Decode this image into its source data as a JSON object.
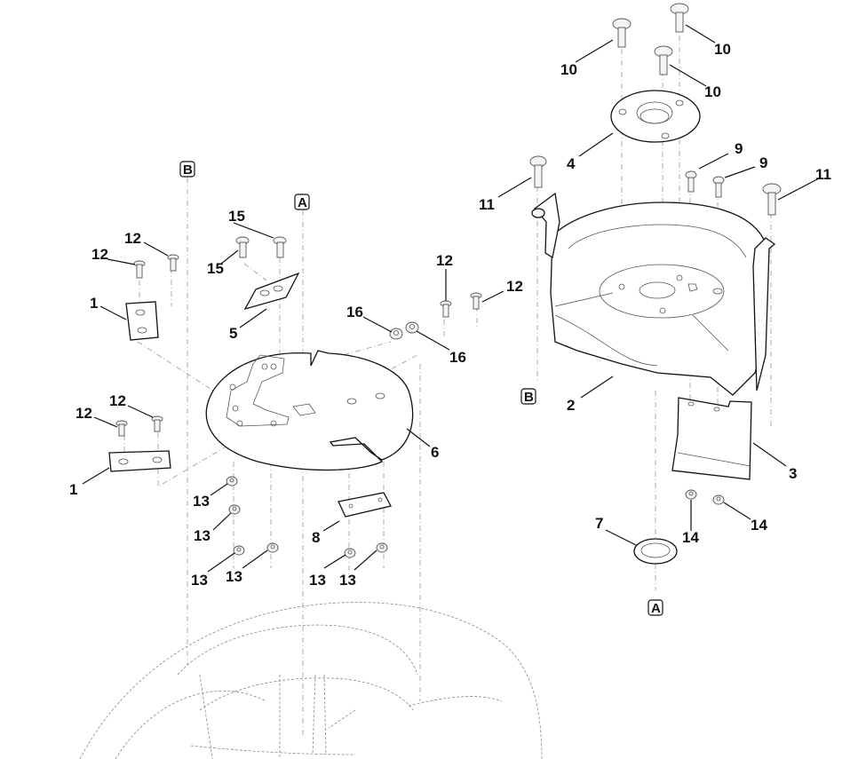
{
  "diagram": {
    "title": "Exploded parts diagram – blower housing / fan cover assembly",
    "callouts": [
      {
        "id": "c1a",
        "label": "1"
      },
      {
        "id": "c1b",
        "label": "1"
      },
      {
        "id": "c2",
        "label": "2"
      },
      {
        "id": "c3",
        "label": "3"
      },
      {
        "id": "c4",
        "label": "4"
      },
      {
        "id": "c5",
        "label": "5"
      },
      {
        "id": "c6",
        "label": "6"
      },
      {
        "id": "c7",
        "label": "7"
      },
      {
        "id": "c8",
        "label": "8"
      },
      {
        "id": "c9a",
        "label": "9"
      },
      {
        "id": "c9b",
        "label": "9"
      },
      {
        "id": "c10a",
        "label": "10"
      },
      {
        "id": "c10b",
        "label": "10"
      },
      {
        "id": "c10c",
        "label": "10"
      },
      {
        "id": "c11a",
        "label": "11"
      },
      {
        "id": "c11b",
        "label": "11"
      },
      {
        "id": "c12a",
        "label": "12"
      },
      {
        "id": "c12b",
        "label": "12"
      },
      {
        "id": "c12c",
        "label": "12"
      },
      {
        "id": "c12d",
        "label": "12"
      },
      {
        "id": "c12e",
        "label": "12"
      },
      {
        "id": "c12f",
        "label": "12"
      },
      {
        "id": "c13a",
        "label": "13"
      },
      {
        "id": "c13b",
        "label": "13"
      },
      {
        "id": "c13c",
        "label": "13"
      },
      {
        "id": "c13d",
        "label": "13"
      },
      {
        "id": "c13e",
        "label": "13"
      },
      {
        "id": "c13f",
        "label": "13"
      },
      {
        "id": "c14a",
        "label": "14"
      },
      {
        "id": "c14b",
        "label": "14"
      },
      {
        "id": "c15a",
        "label": "15"
      },
      {
        "id": "c15b",
        "label": "15"
      },
      {
        "id": "c16a",
        "label": "16"
      },
      {
        "id": "c16b",
        "label": "16"
      }
    ],
    "references": [
      {
        "id": "refB_top",
        "label": "B"
      },
      {
        "id": "refA_top",
        "label": "A"
      },
      {
        "id": "refB_right",
        "label": "B"
      },
      {
        "id": "refA_bottom",
        "label": "A"
      }
    ]
  }
}
